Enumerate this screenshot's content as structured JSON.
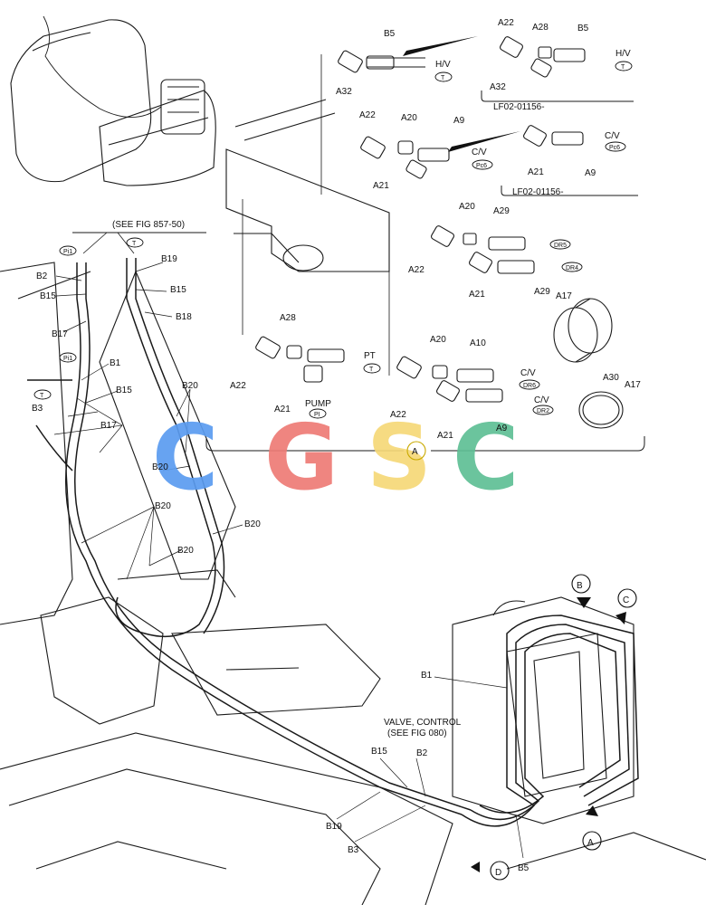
{
  "watermark": {
    "letters": [
      "C",
      "G",
      "S",
      "C"
    ],
    "colors": [
      "#5b9cf0",
      "#ee7b76",
      "#f6d878",
      "#5fbf95"
    ]
  },
  "references": {
    "see_fig_857": "(SEE FIG 857-50)",
    "valve_control": "VALVE, CONTROL",
    "see_fig_080": "(SEE FIG 080)",
    "serial_1": "LF02-01156-",
    "serial_2": "LF02-01156-"
  },
  "port_labels": {
    "hv": "H/V",
    "cv": "C/V",
    "pt": "PT",
    "pump": "PUMP"
  },
  "ovals": {
    "t": "T",
    "pc6": "Pc6",
    "dr5": "DR5",
    "dr4": "DR4",
    "dr6": "DR6",
    "dr2": "DR2",
    "pi": "PI",
    "pi1": "Pi1"
  },
  "detail_markers": [
    "A",
    "B",
    "C",
    "D"
  ],
  "part_labels": [
    "B5",
    "A22",
    "A28",
    "B5",
    "A32",
    "A32",
    "A22",
    "A20",
    "A9",
    "A21",
    "A21",
    "A9",
    "A20",
    "A29",
    "A22",
    "A21",
    "A29",
    "A17",
    "A30",
    "A17",
    "A28",
    "A22",
    "A21",
    "A20",
    "A10",
    "A22",
    "A21",
    "A9",
    "B2",
    "B15",
    "B17",
    "B19",
    "B15",
    "B18",
    "B1",
    "B15",
    "B3",
    "B17",
    "B20",
    "B20",
    "B20",
    "B20",
    "B20",
    "B1",
    "B15",
    "B2",
    "B19",
    "B3",
    "B5"
  ]
}
